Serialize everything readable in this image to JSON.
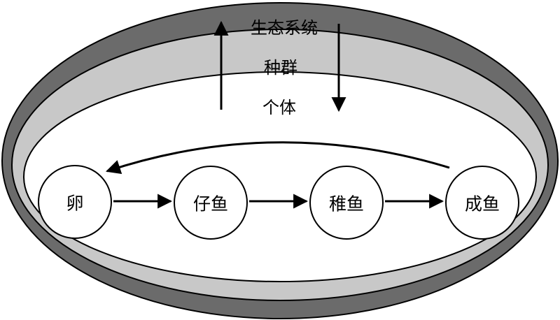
{
  "levels": {
    "ecosystem": "生态系统",
    "population": "种群",
    "individual": "个体"
  },
  "stages": [
    "卵",
    "仔鱼",
    "稚鱼",
    "成鱼"
  ],
  "colors": {
    "outer_ring": "#6b6b6b",
    "middle_ring": "#c8c8c8",
    "inner_area": "#ffffff",
    "stroke": "#000000"
  }
}
